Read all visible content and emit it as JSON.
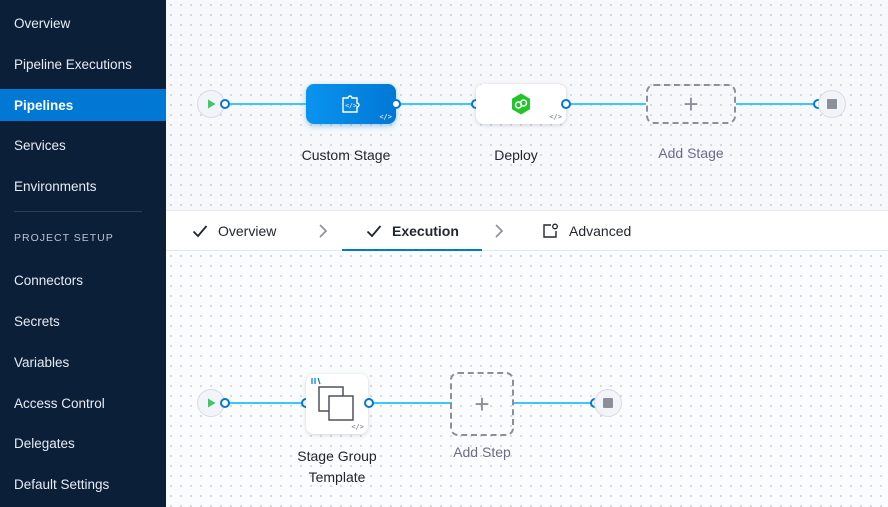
{
  "sidebar": {
    "items": [
      {
        "label": "Overview"
      },
      {
        "label": "Pipeline Executions"
      },
      {
        "label": "Pipelines",
        "active": true
      },
      {
        "label": "Services"
      },
      {
        "label": "Environments"
      }
    ],
    "section_title": "PROJECT SETUP",
    "setup_items": [
      {
        "label": "Connectors"
      },
      {
        "label": "Secrets"
      },
      {
        "label": "Variables"
      },
      {
        "label": "Access Control"
      },
      {
        "label": "Delegates"
      },
      {
        "label": "Default Settings"
      }
    ]
  },
  "pipeline": {
    "stages": [
      {
        "label": "Custom Stage",
        "icon": "custom-stage-icon",
        "code_badge": "</>"
      },
      {
        "label": "Deploy",
        "icon": "deploy-hex-icon",
        "code_badge": "</>"
      }
    ],
    "add_stage_label": "Add Stage"
  },
  "tabs": {
    "items": [
      {
        "label": "Overview",
        "icon": "check-icon"
      },
      {
        "label": "Execution",
        "icon": "check-icon",
        "active": true
      },
      {
        "label": "Advanced",
        "icon": "advanced-icon"
      }
    ]
  },
  "execution": {
    "step_label_line1": "Stage Group",
    "step_label_line2": "Template",
    "step_code_badge": "</>",
    "add_step_label": "Add Step"
  },
  "colors": {
    "sidebar_bg": "#0b1f38",
    "accent": "#0278d5",
    "connector_line": "#3dc7f6",
    "deploy_green": "#24c42b"
  }
}
